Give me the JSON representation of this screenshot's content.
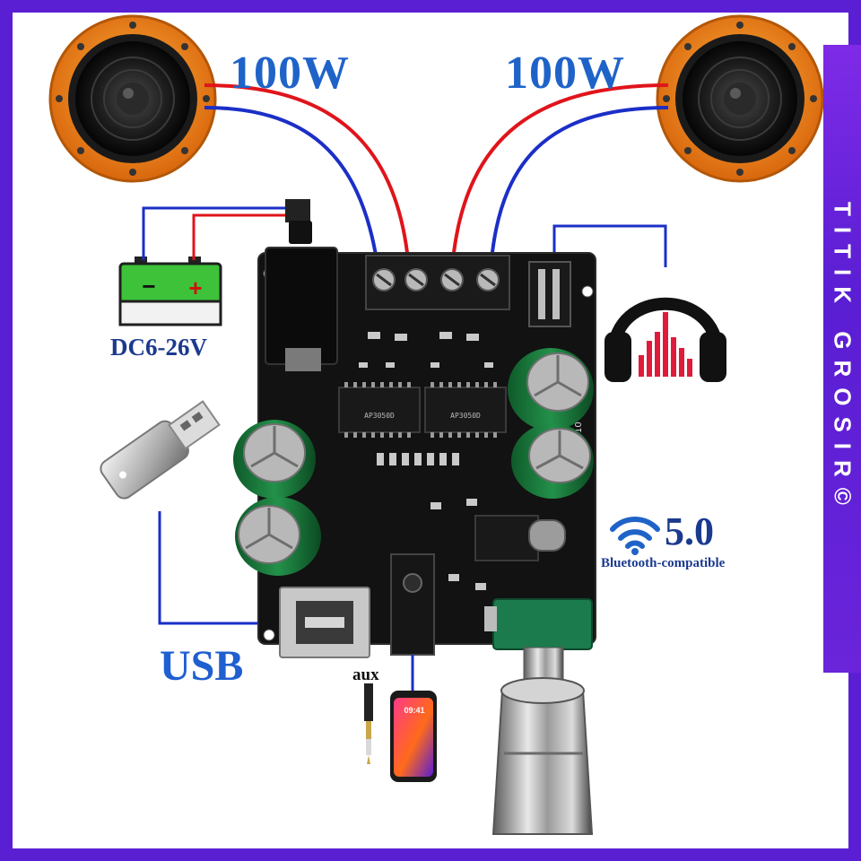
{
  "labels": {
    "left_speaker_power": "100W",
    "right_speaker_power": "100W",
    "power_input": "DC6-26V",
    "usb_port": "USB",
    "aux_input": "aux",
    "bluetooth_version": "5.0",
    "bluetooth_note": "Bluetooth-compatible",
    "phone_clock": "09:41"
  },
  "chip_markings": [
    "AP3050D",
    "AP3050D"
  ],
  "board_marking": "C10",
  "watermark": "TITIK GROSIR©",
  "icons": [
    "speaker-left-icon",
    "speaker-right-icon",
    "battery-icon",
    "usb-stick-icon",
    "headphones-icon",
    "bluetooth-wifi-icon",
    "phone-icon",
    "aux-jack-icon",
    "volume-knob-icon"
  ],
  "colors": {
    "frame": "#5a1ed3",
    "label_blue": "#1f63c8",
    "label_navy": "#1b3a8f",
    "speaker_ring": "#f08a1c",
    "board": "#111111",
    "wire_red": "#e0141b",
    "wire_blue": "#1b2fc7",
    "battery_green": "#3ec23a",
    "capacitor_green": "#1c7a3c",
    "watermark_bg": "#6a24da"
  }
}
